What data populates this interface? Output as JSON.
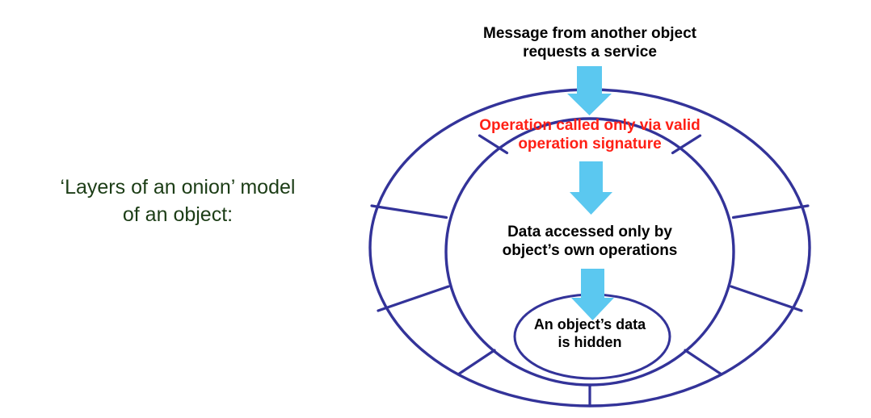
{
  "slide": {
    "background_color": "#ffffff",
    "caption": {
      "text": "‘Layers of an onion’ model\nof an object:",
      "color": "#1c3d16"
    }
  },
  "diagram": {
    "name": "onion-model-of-an-object",
    "line_color": "#333399",
    "arrow_color": "#5bc8f0",
    "layers": [
      {
        "id": "outer-ring",
        "label": "Message from another object\nrequests a service",
        "label_color": "#000000",
        "position": "above-diagram"
      },
      {
        "id": "operation-layer",
        "label": "Operation called only via valid\noperation signature",
        "label_color": "#ff2016",
        "position": "outer-ring"
      },
      {
        "id": "data-layer",
        "label": "Data accessed only by\nobject’s own operations",
        "label_color": "#000000",
        "position": "middle-ellipse"
      },
      {
        "id": "hidden-core",
        "label": "An object’s data\nis hidden",
        "label_color": "#000000",
        "position": "inner-ellipse"
      }
    ],
    "arrows": [
      {
        "id": "arrow-message-to-operation",
        "direction": "down",
        "color": "#5bc8f0"
      },
      {
        "id": "arrow-operation-to-data",
        "direction": "down",
        "color": "#5bc8f0"
      },
      {
        "id": "arrow-data-to-hidden",
        "direction": "down",
        "color": "#5bc8f0"
      }
    ],
    "spoke_count": 12
  }
}
